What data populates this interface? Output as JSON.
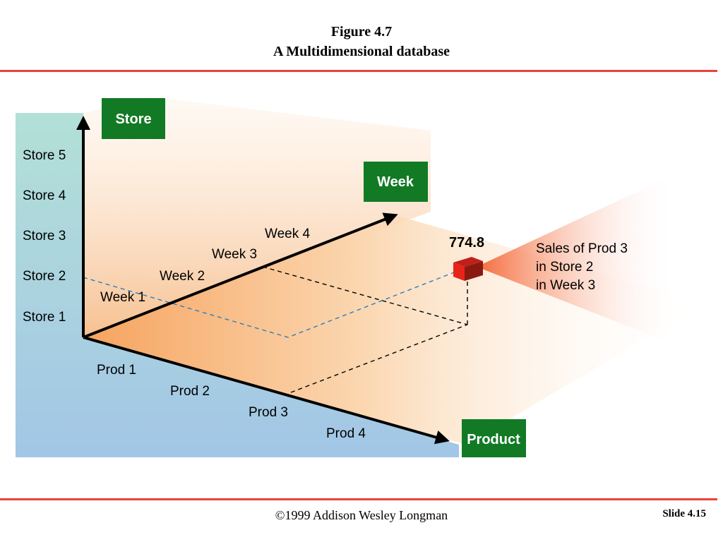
{
  "slide": {
    "figure_number": "Figure 4.7",
    "figure_title": "A Multidimensional database",
    "copyright": "©1999 Addison Wesley Longman",
    "slide_number": "Slide 4.15"
  },
  "diagram": {
    "axes": {
      "store": "Store",
      "week": "Week",
      "product": "Product"
    },
    "stores": [
      "Store 1",
      "Store 2",
      "Store 3",
      "Store 4",
      "Store 5"
    ],
    "weeks": [
      "Week 1",
      "Week 2",
      "Week 3",
      "Week 4"
    ],
    "products": [
      "Prod 1",
      "Prod 2",
      "Prod 3",
      "Prod 4"
    ],
    "cell_value": "774.8",
    "callout": [
      "Sales of Prod 3",
      "in Store 2",
      "in Week 3"
    ]
  },
  "colors": {
    "rule": "#e8433a",
    "axis_box": "#127a25",
    "cube_front": "#e8231a",
    "cube_side": "#8a1a10",
    "cube_top": "#c0201a",
    "store_dash": "#2a7fbf",
    "teal_bg": "#a6d8d4",
    "blue_bg": "#a8c8ea",
    "orange": "#f7a35c"
  }
}
